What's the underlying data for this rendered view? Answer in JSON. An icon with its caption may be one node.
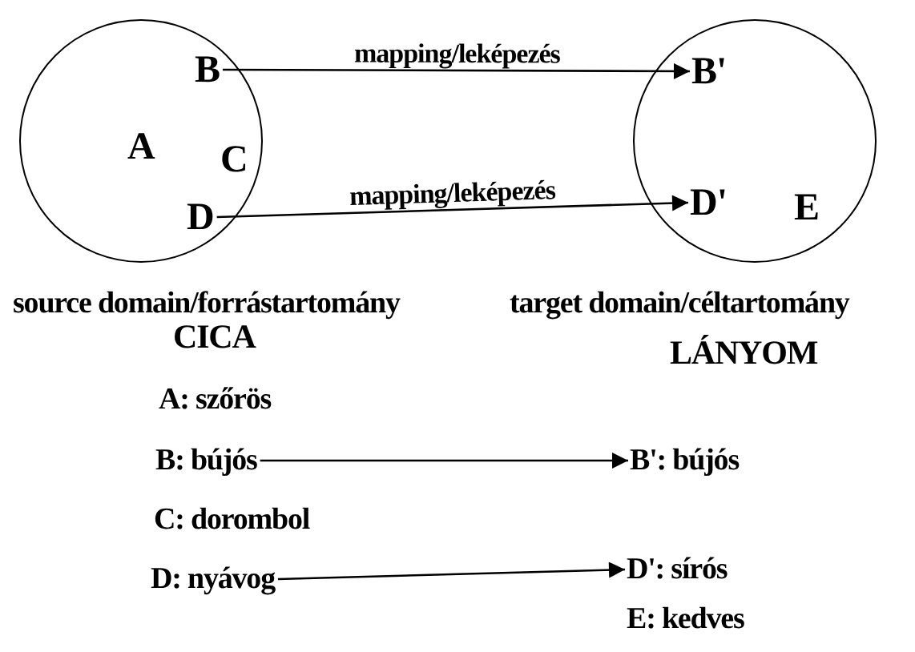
{
  "diagram": {
    "nodes": [
      {
        "text": [],
        "shape": "circle",
        "beside": [
          "source domain/forrástartomány"
        ]
      },
      {
        "text": [
          "A"
        ],
        "in": 0
      },
      {
        "text": [
          "B"
        ],
        "in": 0
      },
      {
        "text": [
          "C"
        ],
        "in": 0
      },
      {
        "text": [
          "D"
        ],
        "in": 0
      },
      {
        "text": [],
        "shape": "circle",
        "beside": [
          "target domain/céltartomány"
        ]
      },
      {
        "text": [
          "B'"
        ],
        "in": 5
      },
      {
        "text": [
          "D'"
        ],
        "in": 5
      },
      {
        "text": [
          "E"
        ],
        "in": 5
      },
      {
        "text": [
          "B: bújós"
        ]
      },
      {
        "text": [
          "B': bújós"
        ]
      },
      {
        "text": [
          "D: nyávog"
        ]
      },
      {
        "text": [
          "D': sírós"
        ]
      }
    ],
    "edges": [
      {
        "from": 2,
        "to": 6,
        "arrow": "to",
        "label": "mapping/leképezés"
      },
      {
        "from": 4,
        "to": 7,
        "arrow": "to",
        "label": "mapping/leképezés"
      },
      {
        "from": 9,
        "to": 10,
        "arrow": "to"
      },
      {
        "from": 11,
        "to": 12,
        "arrow": "to"
      }
    ],
    "labels": [
      "CICA",
      "LÁNYOM",
      "A: szőrös",
      "C: dorombol",
      "E: kedves"
    ]
  }
}
